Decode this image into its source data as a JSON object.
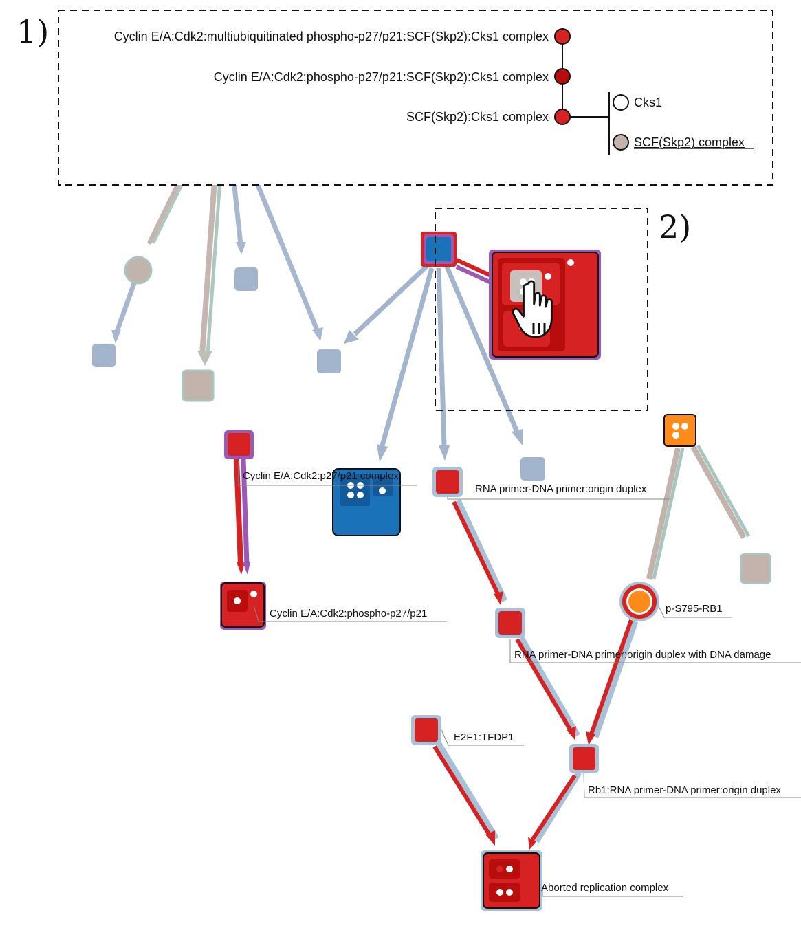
{
  "panel_labels": {
    "one": "1)",
    "two": "2)"
  },
  "colors": {
    "red": "#d62222",
    "dark_red": "#b80d0d",
    "blue": "#1a73b8",
    "orange": "#ff8c1a",
    "purple": "#9b59b6",
    "grey_blue": "#a3b5cc",
    "taupe": "#c2b3ad",
    "teal_light": "#a8c6be",
    "light_blue_border": "#a9c1d6"
  },
  "hierarchy": {
    "items": [
      {
        "label": "Cyclin E/A:Cdk2:multiubiquitinated phospho-p27/p21:SCF(Skp2):Cks1 complex"
      },
      {
        "label": "Cyclin E/A:Cdk2:phospho-p27/p21:SCF(Skp2):Cks1 complex"
      },
      {
        "label": "SCF(Skp2):Cks1 complex"
      }
    ],
    "children": [
      {
        "label": "Cks1"
      },
      {
        "label": "SCF(Skp2) complex"
      }
    ]
  },
  "nodes": {
    "cyclin_complex": "Cyclin E/A:Cdk2:p27/p21 complex",
    "rna_duplex": "RNA primer-DNA primer:origin duplex",
    "phospho_p27": "Cyclin E/A:Cdk2:phospho-p27/p21",
    "p_rb1": "p-S795-RB1",
    "rna_duplex_damage": "RNA primer-DNA primer:origin duplex with DNA damage",
    "e2f1": "E2F1:TFDP1",
    "rb1_duplex": "Rb1:RNA primer-DNA primer:origin duplex",
    "aborted": "Aborted replication complex"
  }
}
